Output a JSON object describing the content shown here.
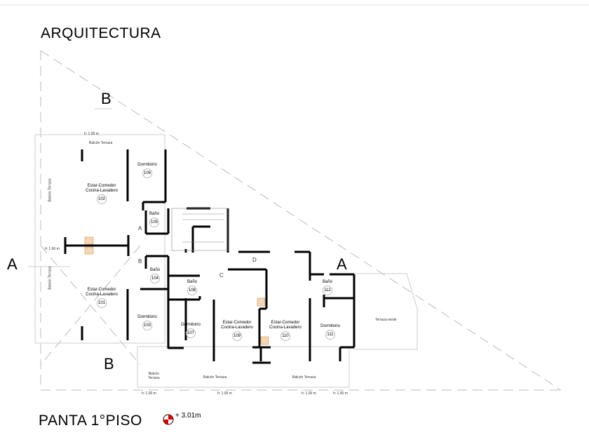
{
  "header": {
    "title": "ARQUITECTURA"
  },
  "footer": {
    "plan_title": "PANTA 1°PISO",
    "level": "+ 3.01m"
  },
  "section_marks": {
    "a_left": "A",
    "a_right": "A",
    "b_top": "B",
    "b_bottom": "B"
  },
  "doors": {
    "a": "A",
    "b": "B",
    "c": "C",
    "d": "D"
  },
  "rooms": [
    {
      "name": "Dormitorio",
      "number": "106"
    },
    {
      "name": "Estar-Comedor\nCocina-Lavadero",
      "number": "102"
    },
    {
      "name": "Baño",
      "number": "105"
    },
    {
      "name": "Baño",
      "number": "104"
    },
    {
      "name": "Estar-Comedor\nCocina-Lavadero",
      "number": "101"
    },
    {
      "name": "Dormitorio",
      "number": "103"
    },
    {
      "name": "Baño",
      "number": "108"
    },
    {
      "name": "Dormitorio",
      "number": "107"
    },
    {
      "name": "Estar-Comedor\nCocina-Lavadero",
      "number": "109"
    },
    {
      "name": "Estar-Comedor\nCocina-Lavadero",
      "number": "110"
    },
    {
      "name": "Dormitorio",
      "number": "111"
    },
    {
      "name": "Baño",
      "number": "112"
    }
  ],
  "areas": {
    "balcon_top": "Balcón Terraza",
    "balcon_left_top": "Balcón Terraza",
    "balcon_left_bottom": "Balcón Terraza",
    "balcon_small": "Balcón\nTerraza",
    "balcon_bottom_mid": "Balcón Terraza",
    "balcon_bottom_right": "Balcón Terraza",
    "terraza_verde": "Terraza verde"
  },
  "heights": {
    "top": "h: 1.00 m",
    "left": "h: 1.60 m",
    "bottom1": "h: 1.00 m",
    "bottom2": "h: 1.00 m",
    "bottom3": "h: 1.00 m",
    "bottom4": "h: 1.00 m"
  }
}
